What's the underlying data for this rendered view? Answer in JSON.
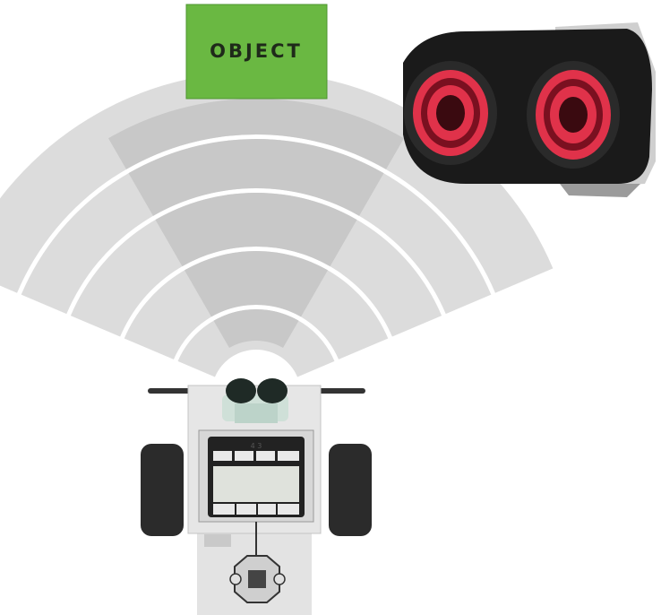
{
  "object_box": {
    "label": "OBJECT",
    "color": "#6ab842",
    "border_color": "#4e9630"
  },
  "waves": {
    "outer_color": "#dcdcdc",
    "inner_color": "#c8c8c8",
    "count": 5
  },
  "robot": {
    "body_color": "#e2e2e2",
    "wheel_color": "#2b2b2b",
    "screen_color": "#d9dcd6",
    "brick_port_label": "4 3"
  },
  "sensor_photo": {
    "body_color": "#1a1a1a",
    "eye_ring_color": "#e0324a",
    "frame_color": "#d0d0d0"
  }
}
